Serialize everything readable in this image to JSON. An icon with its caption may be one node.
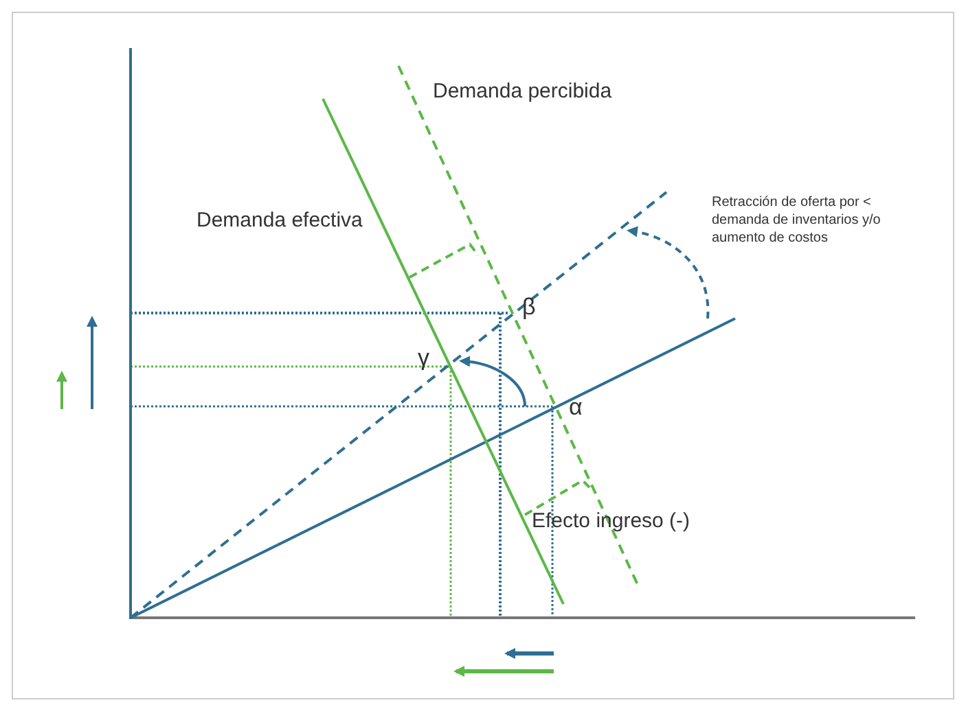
{
  "diagram": {
    "labels": [
      "Demanda percibida",
      "Demanda efectiva",
      "Retracción de oferta por < demanda de inventarios y/o aumento de costos",
      "β",
      "γ",
      "α",
      "Efecto ingreso (-)"
    ]
  }
}
